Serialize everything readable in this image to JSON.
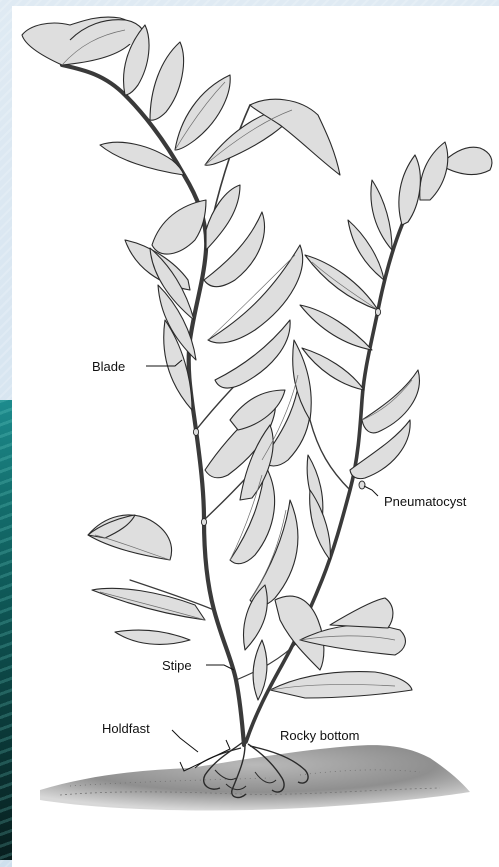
{
  "labels": {
    "blade": "Blade",
    "pneumatocyst": "Pneumatocyst",
    "stipe": "Stipe",
    "holdfast": "Holdfast",
    "rocky_bottom": "Rocky bottom"
  },
  "colors": {
    "blade_fill": "#dedede",
    "outline": "#2a2a2a",
    "stipe": "#3a3a3a",
    "rock": "#9a9a9a",
    "page_background": "#d8e8f3",
    "photo_water": "#0e5554"
  }
}
